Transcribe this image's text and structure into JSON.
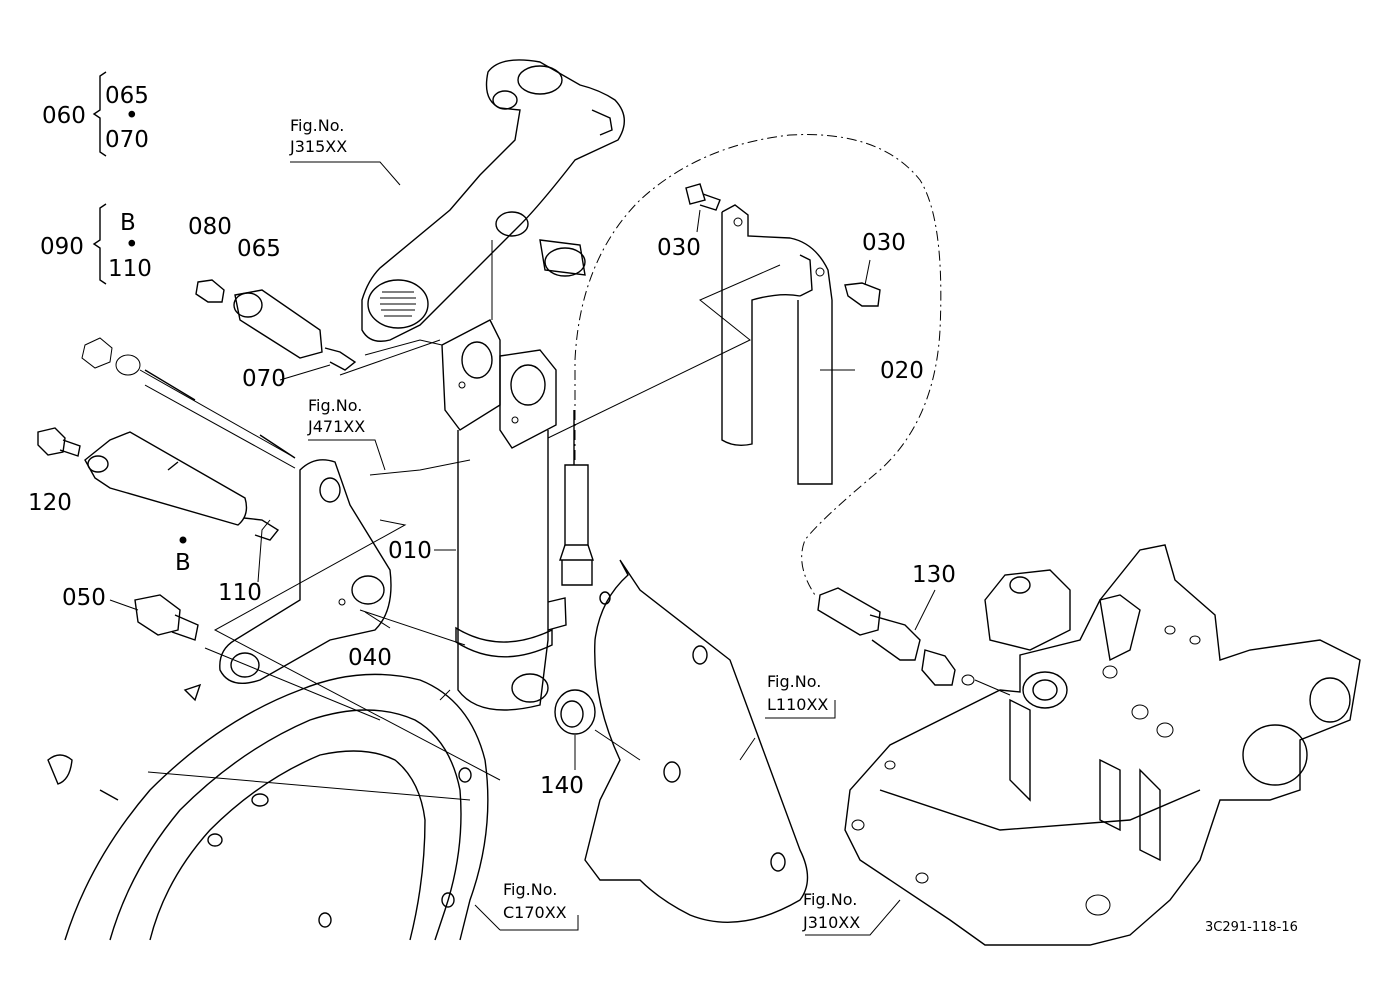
{
  "part_numbers": {
    "p010": "010",
    "p020": "020",
    "p030a": "030",
    "p030b": "030",
    "p040": "040",
    "p050": "050",
    "p060": "060",
    "p065a": "065",
    "p065b": "065",
    "p070a": "070",
    "p070b": "070",
    "p080": "080",
    "p090": "090",
    "p110a": "110",
    "p110b": "110",
    "p120": "120",
    "p130": "130",
    "p140": "140"
  },
  "kit_labels": {
    "b_top": "B",
    "b_ref": "B",
    "dot1": "•",
    "dot2": "•"
  },
  "figure_refs": [
    {
      "label": "Fig.No.",
      "code": "J315XX"
    },
    {
      "label": "Fig.No.",
      "code": "J471XX"
    },
    {
      "label": "Fig.No.",
      "code": "L110XX"
    },
    {
      "label": "Fig.No.",
      "code": "C170XX"
    },
    {
      "label": "Fig.No.",
      "code": "J310XX"
    }
  ],
  "drawing_code": "3C291-118-16"
}
